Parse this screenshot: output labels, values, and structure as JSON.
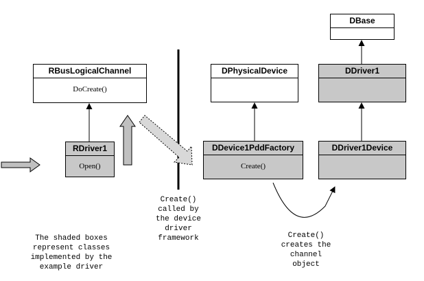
{
  "colors": {
    "shaded": "#c8c8c8",
    "plain": "#ffffff",
    "line": "#000000",
    "arrow_fill": "#c0c0c0"
  },
  "classes": {
    "rbus": {
      "name": "RBusLogicalChannel",
      "method": "DoCreate()",
      "shaded": false
    },
    "rdriver": {
      "name": "RDriver1",
      "method": "Open()",
      "shaded": true
    },
    "dphysical": {
      "name": "DPhysicalDevice",
      "method": "",
      "shaded": false
    },
    "dbase": {
      "name": "DBase",
      "method": "",
      "shaded": false
    },
    "ddriver": {
      "name": "DDriver1",
      "method": "",
      "shaded": true
    },
    "pddfactory": {
      "name": "DDevice1PddFactory",
      "method": "Create()",
      "shaded": true
    },
    "ddevice": {
      "name": "DDriver1Device",
      "method": "",
      "shaded": true
    }
  },
  "notes": {
    "shaded": [
      "The shaded boxes",
      "represent classes",
      "implemented by the",
      "example driver"
    ],
    "framework": [
      "Create()",
      "called by",
      "the device",
      "driver",
      "framework"
    ],
    "channel": [
      "Create()",
      "creates the",
      "channel",
      "object"
    ]
  }
}
